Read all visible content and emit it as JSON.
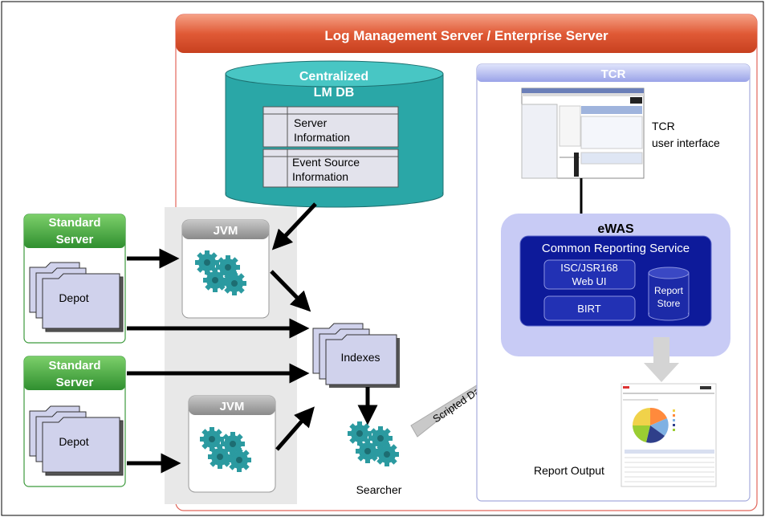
{
  "header": {
    "title": "Log Management Server / Enterprise Server"
  },
  "db": {
    "title_line1": "Centralized",
    "title_line2": "LM DB",
    "table1_line1": "Server",
    "table1_line2": "Information",
    "table2_line1": "Event Source",
    "table2_line2": "Information"
  },
  "servers": [
    {
      "title_line1": "Standard",
      "title_line2": "Server",
      "depot": "Depot"
    },
    {
      "title_line1": "Standard",
      "title_line2": "Server",
      "depot": "Depot"
    }
  ],
  "jvm": [
    "JVM",
    "JVM"
  ],
  "indexes": "Indexes",
  "searcher": "Searcher",
  "scripted": "Scripted Data Source",
  "tcr": {
    "title": "TCR",
    "ui_line1": "TCR",
    "ui_line2": "user interface"
  },
  "ewas": {
    "title": "eWAS",
    "crs": "Common Reporting Service",
    "isc_line1": "ISC/JSR168",
    "isc_line2": "Web UI",
    "birt": "BIRT",
    "store_line1": "Report",
    "store_line2": "Store"
  },
  "report_output": "Report Output",
  "colors": {
    "header_red": "#d9482a",
    "teal": "#2aa7a7",
    "green": "#3c9a3c",
    "jvm_gray": "#9a9a9a",
    "blue": "#0d1a9a",
    "lavender": "#c8cbf5"
  }
}
